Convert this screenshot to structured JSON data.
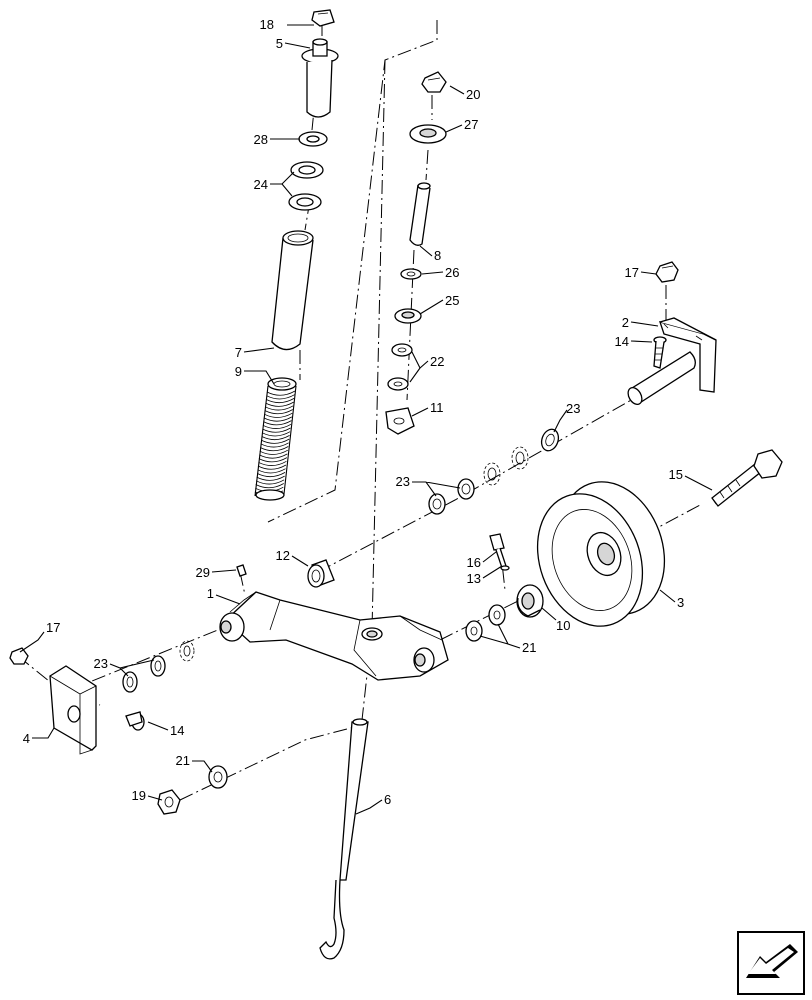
{
  "labels": {
    "l1": "1",
    "l2": "2",
    "l3": "3",
    "l4": "4",
    "l5": "5",
    "l6": "6",
    "l7": "7",
    "l8": "8",
    "l9": "9",
    "l10": "10",
    "l11": "11",
    "l12": "12",
    "l13": "13",
    "l14a": "14",
    "l14b": "14",
    "l15": "15",
    "l16": "16",
    "l17a": "17",
    "l17b": "17",
    "l18": "18",
    "l19": "19",
    "l20": "20",
    "l21a": "21",
    "l21b": "21",
    "l22": "22",
    "l23a": "23",
    "l23b": "23",
    "l23c": "23",
    "l24": "24",
    "l25": "25",
    "l26": "26",
    "l27": "27",
    "l28": "28",
    "l29": "29"
  },
  "nav_icon": "next-page-arrow-icon"
}
